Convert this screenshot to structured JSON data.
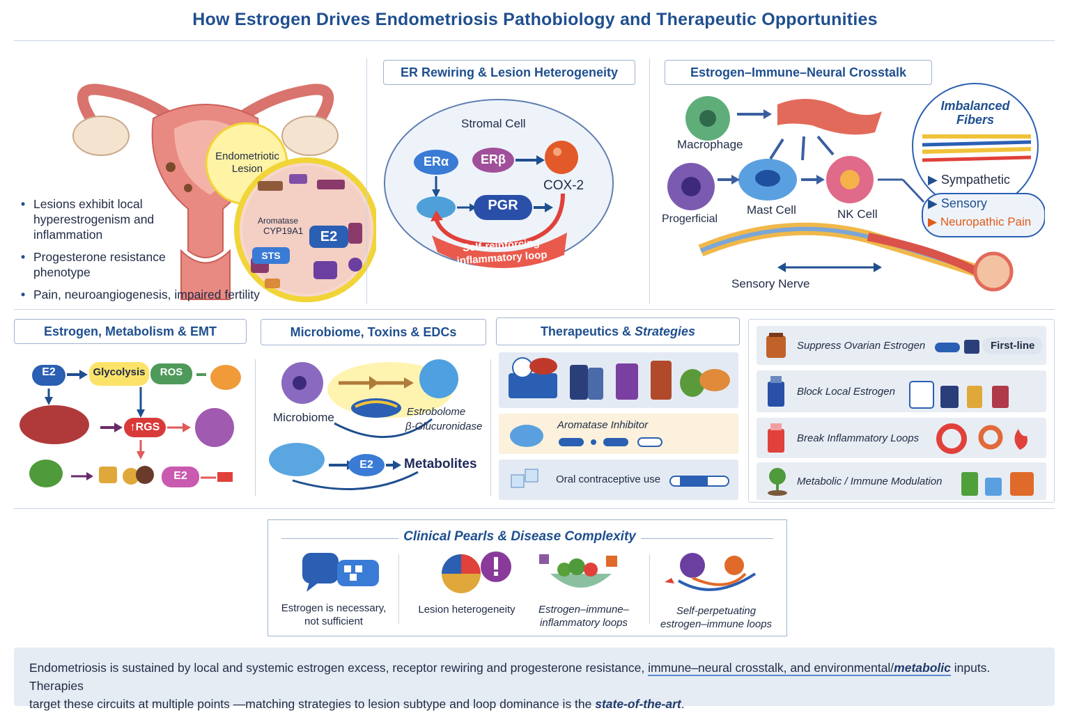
{
  "title": "How Estrogen Drives Endometriosis Pathobiology and Therapeutic Opportunities",
  "left_panel": {
    "lesion_label_1": "Endometriotic",
    "lesion_label_2": "Lesion",
    "aromatase": "Aromatase",
    "cyp": "CYP19A1",
    "e2": "E2",
    "sts": "STS",
    "bullets": [
      "Lesions exhibit local hyperestrogenism and inflammation",
      "Progesterone resistance phenotype",
      "Pain, neuroangiogenesis, impaired fertility"
    ]
  },
  "er_panel": {
    "heading": "ER Rewiring & Lesion Heterogeneity",
    "stromal": "Stromal Cell",
    "er_alpha": "ERα",
    "er_beta": "ERβ",
    "cox2": "COX-2",
    "pgr": "PGR",
    "loop_1": "Self-reinforcing",
    "loop_2": "inflammatory loop"
  },
  "crosstalk_panel": {
    "heading": "Estrogen–Immune–Neural Crosstalk",
    "macrophage": "Macrophage",
    "progerficial": "Progerficial",
    "mast_cell": "Mast Cell",
    "nk_cell": "NK Cell",
    "sensory_nerve": "Sensory Nerve",
    "imbalanced_1": "Imbalanced",
    "imbalanced_2": "Fibers",
    "sympathetic": "Sympathetic",
    "sensory": "Sensory",
    "neuropathic": "Neuropathic Pain"
  },
  "metab_panel": {
    "heading": "Estrogen, Metabolism & EMT",
    "e2": "E2",
    "glycolysis": "Glycolysis",
    "ros": "ROS",
    "rgs": "↑RGS",
    "e2b": "E2"
  },
  "microbiome_panel": {
    "heading": "Microbiome,  Toxins & EDCs",
    "microbiome": "Microbiome",
    "estrobolome": "Estrobolome",
    "glucuronidase": "β-Glucuronidase",
    "e2": "E2",
    "metabolites": "Metabolites"
  },
  "therapeutics_panel": {
    "heading_a": "Therapeutics & ",
    "heading_b": "Strategies",
    "aromatase_inhibitor": "Aromatase Inhibitor",
    "oral_contraceptive": "Oral contraceptive use"
  },
  "strategies": [
    {
      "label": "Suppress Ovarian Estrogen"
    },
    {
      "label": "Block Local Estrogen"
    },
    {
      "label": "Break Inflammatory Loops"
    },
    {
      "label": "Metabolic / Immune Modulation"
    }
  ],
  "first_line": "First-line",
  "pearls": {
    "heading": "Clinical Pearls & Disease Complexity",
    "items": [
      {
        "line1": "Estrogen is necessary,",
        "line2": "not sufficient"
      },
      {
        "line1": "Lesion heterogeneity",
        "line2": ""
      },
      {
        "line1": "Estrogen–immune–",
        "line2": "inflammatory loops"
      },
      {
        "line1": "Self-perpetuating",
        "line2": "estrogen–immune loops"
      }
    ]
  },
  "footer": {
    "p1": "Endometriosis is sustained by local and systemic estrogen excess, receptor rewiring and progesterone resistance, ",
    "p2": "immune–neural crosstalk, and environmental/",
    "p3": "metabolic",
    "p4": " inputs. Therapies",
    "p5": "target these circuits at multiple points —matching strategies to lesion subtype and loop dominance is the ",
    "p6": "state-of-the-art",
    "p7": "."
  },
  "colors": {
    "brand_blue": "#1f4f8f",
    "accent_red": "#e0413a",
    "panel_bg": "#e8edf4",
    "footer_bg": "#e6ecf4"
  }
}
